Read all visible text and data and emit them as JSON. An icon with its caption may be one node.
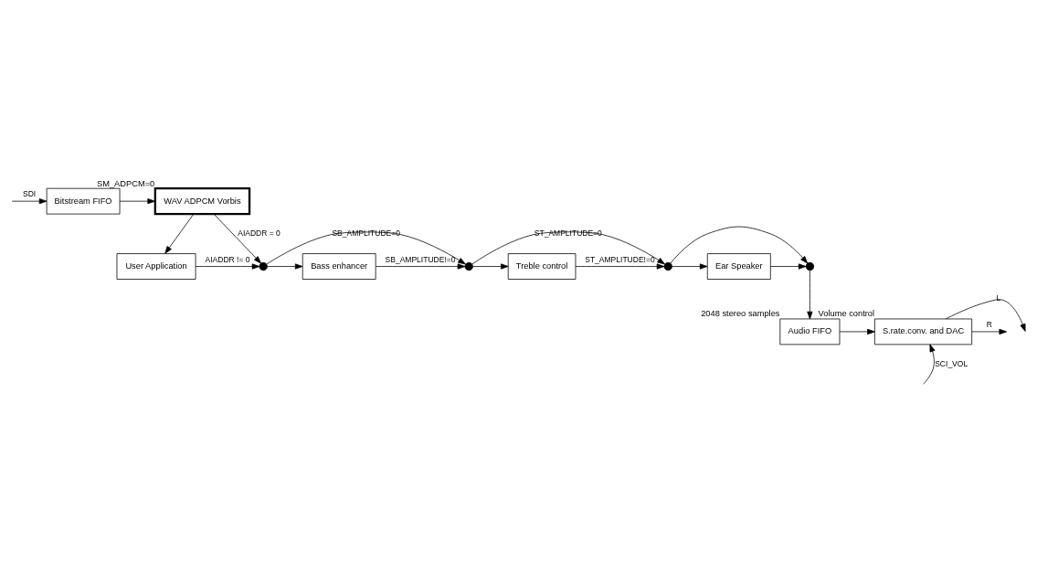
{
  "diagram": {
    "nodes": [
      {
        "text": [
          "Bitstream FIFO"
        ]
      },
      {
        "text": [
          "WAV ADPCM Vorbis"
        ],
        "beside": [
          "SM_ADPCM=0"
        ]
      },
      {
        "text": [
          "User Application"
        ]
      },
      {
        "text": [],
        "shape": "switch"
      },
      {
        "text": [
          "Bass enhancer"
        ]
      },
      {
        "text": [],
        "shape": "switch"
      },
      {
        "text": [
          "Treble control"
        ]
      },
      {
        "text": [],
        "shape": "switch"
      },
      {
        "text": [
          "Ear Speaker"
        ]
      },
      {
        "text": [],
        "shape": "switch"
      },
      {
        "text": [
          "Audio FIFO"
        ],
        "beside": [
          "2048 stereo samples"
        ]
      },
      {
        "text": [
          "S.rate.conv. and DAC"
        ],
        "beside": [
          "Volume control"
        ]
      }
    ],
    "edges": [
      {
        "from": null,
        "to": 0,
        "arrow": "to",
        "label": "SDI"
      },
      {
        "from": 0,
        "to": 1,
        "arrow": "to"
      },
      {
        "from": 1,
        "to": 2,
        "arrow": "to"
      },
      {
        "from": 1,
        "to": 3,
        "arrow": "to",
        "label": "AIADDR = 0"
      },
      {
        "from": 2,
        "to": 3,
        "arrow": "to",
        "label": "AIADDR != 0"
      },
      {
        "from": 3,
        "to": 4,
        "arrow": "to"
      },
      {
        "from": 3,
        "to": 5,
        "arrow": "to",
        "label": "SB_AMPLITUDE=0"
      },
      {
        "from": 4,
        "to": 5,
        "arrow": "to",
        "label": "SB_AMPLITUDE!=0"
      },
      {
        "from": 5,
        "to": 6,
        "arrow": "to"
      },
      {
        "from": 5,
        "to": 7,
        "arrow": "to",
        "label": "ST_AMPLITUDE=0"
      },
      {
        "from": 6,
        "to": 7,
        "arrow": "to",
        "label": "ST_AMPLITUDE!=0"
      },
      {
        "from": 7,
        "to": 8,
        "arrow": "to"
      },
      {
        "from": 7,
        "to": 9,
        "arrow": "to"
      },
      {
        "from": 8,
        "to": 9,
        "arrow": "to"
      },
      {
        "from": 9,
        "to": 10,
        "arrow": "to"
      },
      {
        "from": 10,
        "to": 11,
        "arrow": "to"
      },
      {
        "from": 11,
        "to": null,
        "arrow": "to",
        "label": "L"
      },
      {
        "from": null,
        "to": 11,
        "arrow": "to",
        "label": "SCI_VOL"
      },
      {
        "from": 11,
        "to": null,
        "arrow": "to",
        "label": "R"
      }
    ]
  }
}
